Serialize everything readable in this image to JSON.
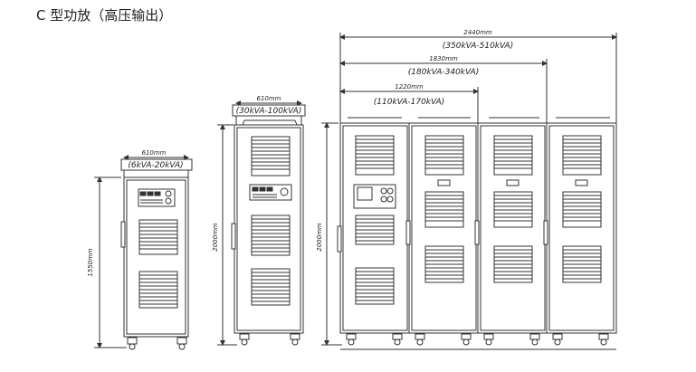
{
  "title": "C 型功放（高压输出）",
  "cabinets": [
    {
      "id": "small",
      "range_label": "(6kVA-20kVA)",
      "width_label": "610mm",
      "height_label": "1550mm"
    },
    {
      "id": "medium",
      "range_label": "(30kVA-100kVA)",
      "width_label": "610mm",
      "height_label": "2000mm"
    },
    {
      "id": "large",
      "height_label": "2000mm"
    }
  ],
  "large_variants": [
    {
      "width_label": "1220mm",
      "range_label": "(110kVA-170kVA)"
    },
    {
      "width_label": "1830mm",
      "range_label": "(180kVA-340kVA)"
    },
    {
      "width_label": "2440mm",
      "range_label": "(350kVA-510kVA)"
    }
  ]
}
